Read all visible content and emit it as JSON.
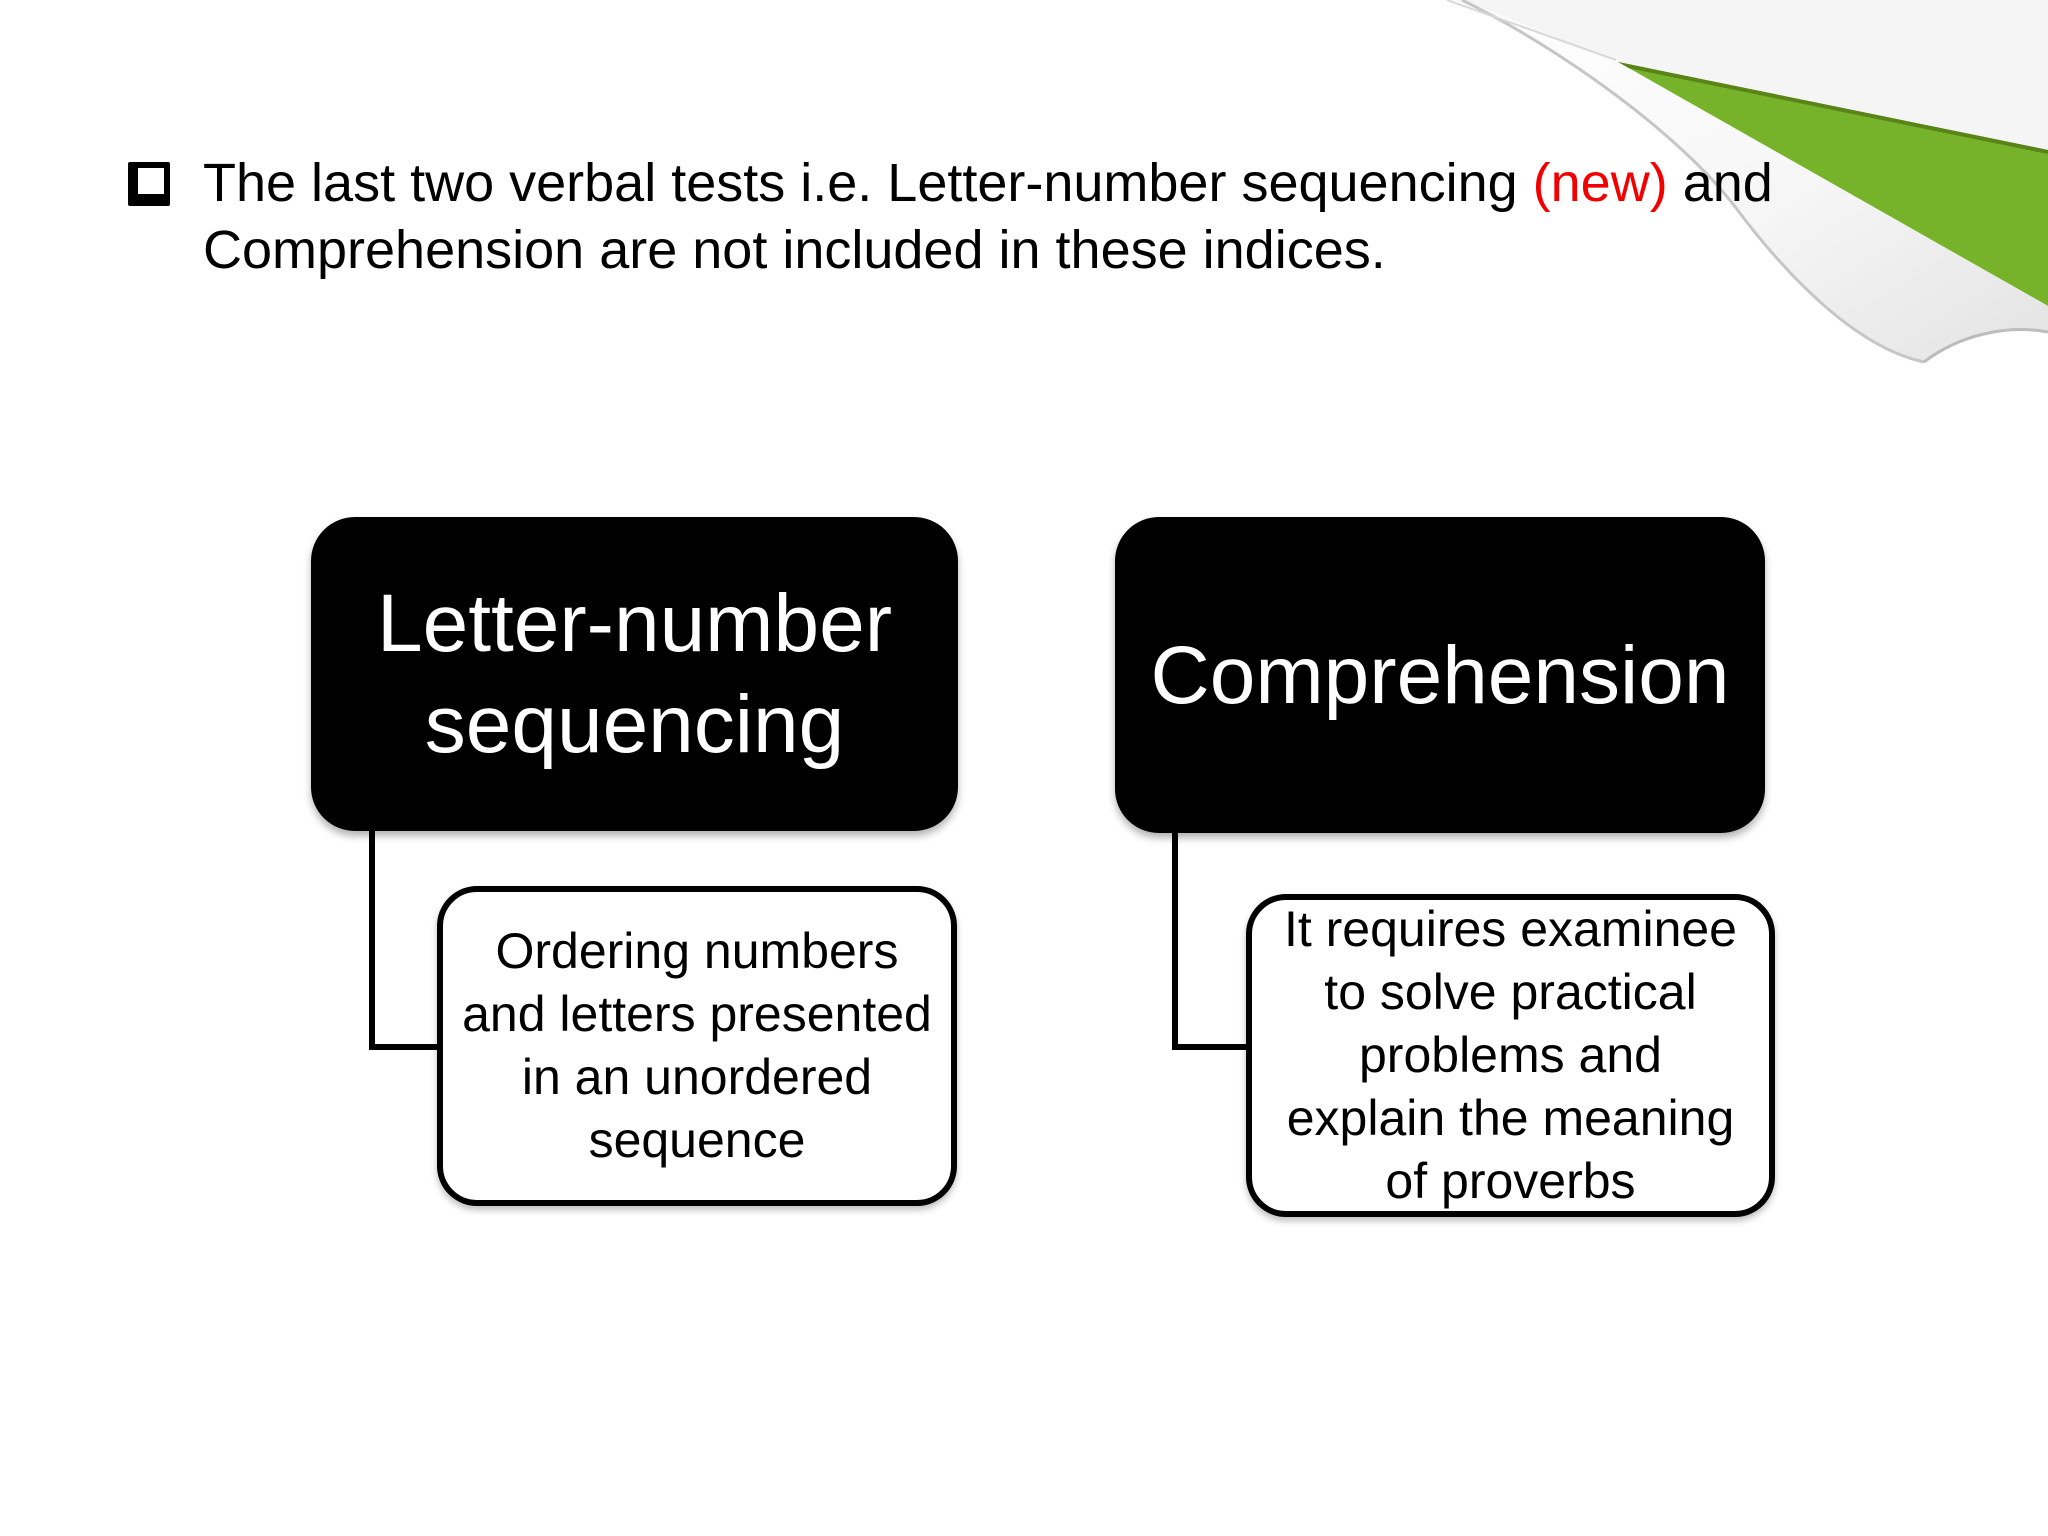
{
  "slide": {
    "bullet": {
      "marker": "checkbox-bullet",
      "text_before": "The last two verbal tests i.e. Letter-number sequencing ",
      "highlight": "(new)",
      "text_after": " and",
      "line2": "Comprehension are not included in these indices."
    },
    "diagram": {
      "left_node": {
        "title_lines": [
          "Letter-number",
          "sequencing"
        ],
        "description_lines": [
          "Ordering numbers",
          "and letters presented",
          "in an unordered",
          "sequence"
        ]
      },
      "right_node": {
        "title_lines": [
          "Comprehension"
        ],
        "description_lines": [
          "It requires examinee",
          "to solve practical",
          "problems and",
          "explain the meaning",
          "of proverbs"
        ]
      }
    },
    "colors": {
      "highlight_red": "#f20000",
      "curl_green": "#77b22b",
      "curl_green_edge": "#5a8418",
      "node_background": "#000000",
      "node_text": "#ffffff",
      "body_text": "#000000"
    }
  }
}
